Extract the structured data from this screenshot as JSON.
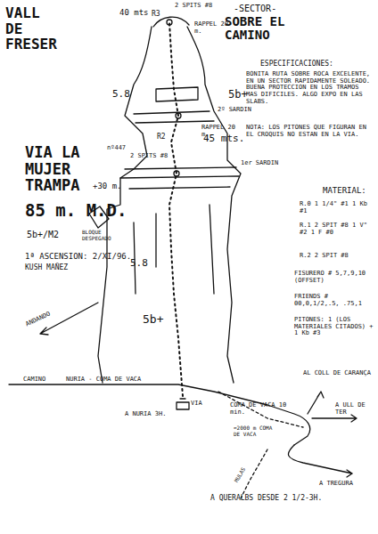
{
  "diagram": {
    "title": "VALL DE FRESER",
    "labels": [
      "-SECTOR-",
      "SOBRE EL CAMINO",
      "40 mts",
      "R3",
      "2 SPITS #8",
      "RAPPEL 20 m.",
      "5.8",
      "5b+",
      "RAPPEL 20 m.",
      "2º SARDIN",
      "VIA LA MUJER TRAMPA",
      "nº447",
      "85 m. M.D.",
      "5b+/M2",
      "1ª ASCENSION: 2/XI/96.",
      "KUSH MAÑEZ",
      "R2",
      "2 SPITS #8",
      "45 mts.",
      "1er SARDIN",
      "+30 m.",
      "BLOQUE DESPEGADO",
      "5.8",
      "5b+",
      "ANDANDO",
      "ESPECIFICACIONES:",
      "BONITA RUTA SOBRE ROCA EXCELENTE, EN UN SECTOR RAPIDAMENTE SOLEADO. BUENA PROTECCION EN LOS TRAMOS MAS DIFICILES. ALGO EXPO EN LAS SLABS.",
      "NOTA: LOS PITONES QUE FIGURAN EN EL CROQUIS NO ESTAN EN LA VIA.",
      "MATERIAL:",
      "R.0 1 1/4\" #1 1 Kb #1",
      "R.1 2 SPIT #8 1 V\" #2 1 F #0",
      "R.2 2 SPIT #8",
      "FISURERO # 5,7,9,10 (OFFSET)",
      "FRIENDS # 00,0,1/2,.5, .75,1",
      "PITONES: 1 (LOS MATERIALES CITADOS) + 1 Kb #3",
      "CAMINO",
      "NURIA - COMA DE VACA",
      "A NURIA 3H.",
      "VIA",
      "COMA DE VACA 10 min.",
      "AL COLL DE CARANÇA",
      "A ULL DE TER",
      "≈2000 m COMA DE VACA",
      "A TREGURA",
      "MULAS",
      "A QUERALBS DESDE 2 1/2-3H."
    ]
  }
}
